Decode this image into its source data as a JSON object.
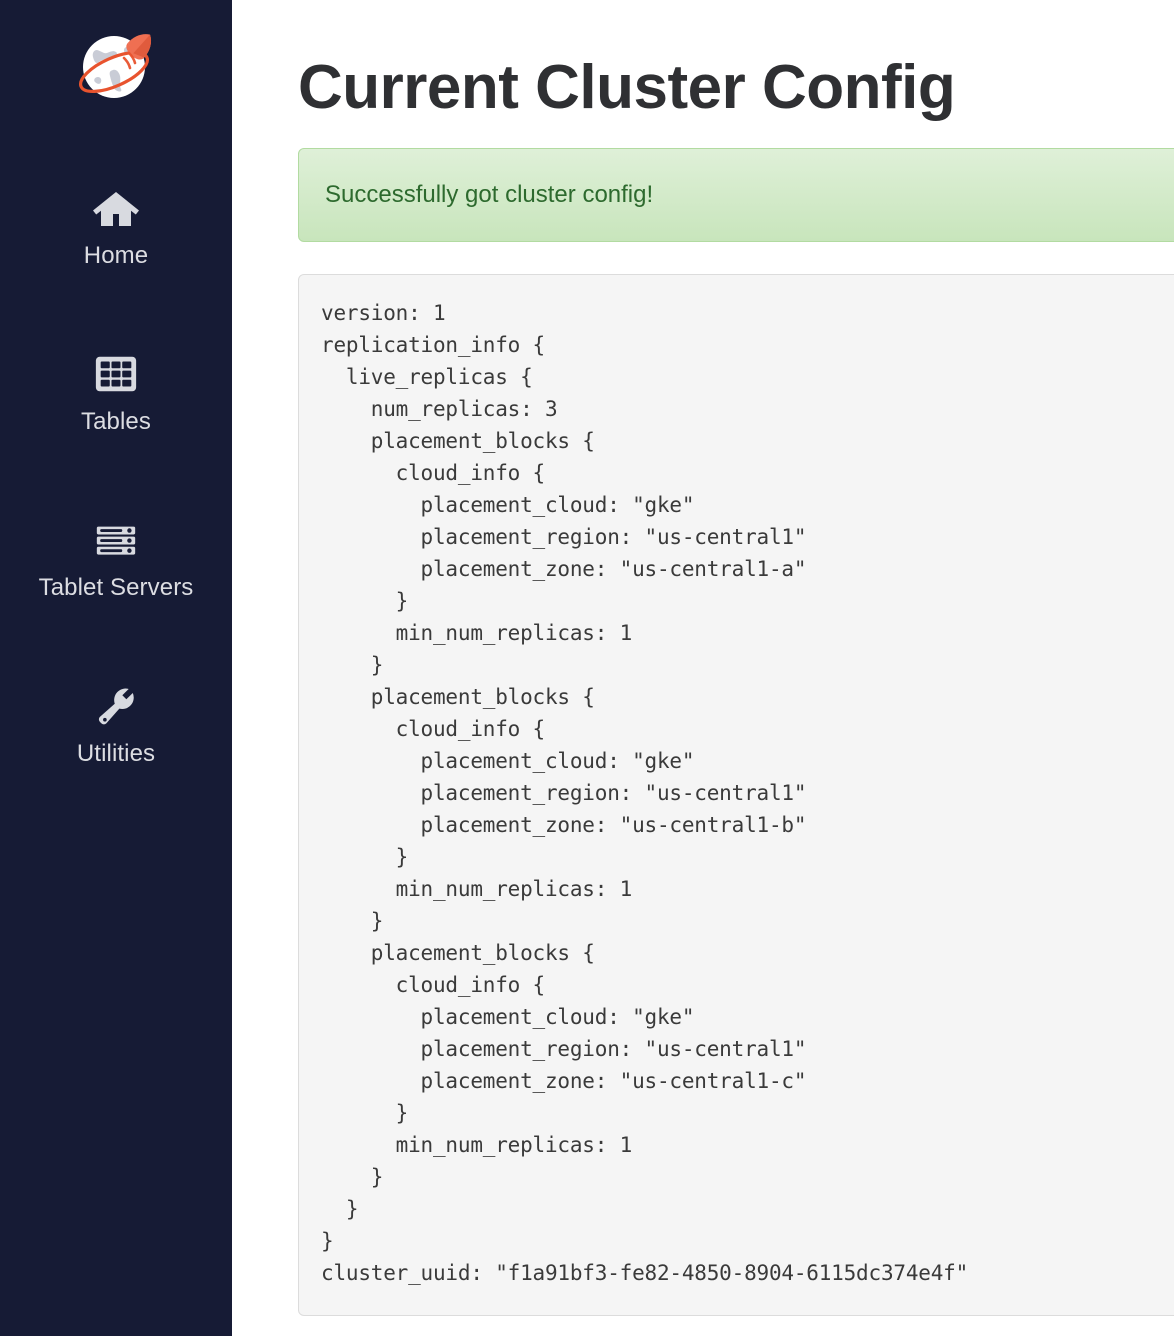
{
  "sidebar": {
    "logo": {
      "icon": "yugabyte-rocket-globe-logo",
      "globe_color": "#ffffff",
      "globe_shade": "#c9ccd6",
      "rocket_color": "#ef6f52",
      "orbit_color": "#e8532e"
    },
    "background_color": "#161b35",
    "items": [
      {
        "label": "Home",
        "icon": "home-icon"
      },
      {
        "label": "Tables",
        "icon": "table-grid-icon"
      },
      {
        "label": "Tablet Servers",
        "icon": "server-stack-icon"
      },
      {
        "label": "Utilities",
        "icon": "wrench-icon"
      }
    ]
  },
  "main": {
    "page_title": "Current Cluster Config",
    "alert": {
      "message": "Successfully got cluster config!",
      "type": "success",
      "background_color": "#dff0d8",
      "border_color": "#b2dba1",
      "text_color": "#2d6a2e"
    },
    "config": {
      "background_color": "#f5f5f5",
      "border_color": "#dcdcdc",
      "text": "version: 1\nreplication_info {\n  live_replicas {\n    num_replicas: 3\n    placement_blocks {\n      cloud_info {\n        placement_cloud: \"gke\"\n        placement_region: \"us-central1\"\n        placement_zone: \"us-central1-a\"\n      }\n      min_num_replicas: 1\n    }\n    placement_blocks {\n      cloud_info {\n        placement_cloud: \"gke\"\n        placement_region: \"us-central1\"\n        placement_zone: \"us-central1-b\"\n      }\n      min_num_replicas: 1\n    }\n    placement_blocks {\n      cloud_info {\n        placement_cloud: \"gke\"\n        placement_region: \"us-central1\"\n        placement_zone: \"us-central1-c\"\n      }\n      min_num_replicas: 1\n    }\n  }\n}\ncluster_uuid: \"f1a91bf3-fe82-4850-8904-6115dc374e4f\"",
      "version": 1,
      "num_replicas": 3,
      "cluster_uuid": "f1a91bf3-fe82-4850-8904-6115dc374e4f",
      "placement_blocks": [
        {
          "placement_cloud": "gke",
          "placement_region": "us-central1",
          "placement_zone": "us-central1-a",
          "min_num_replicas": 1
        },
        {
          "placement_cloud": "gke",
          "placement_region": "us-central1",
          "placement_zone": "us-central1-b",
          "min_num_replicas": 1
        },
        {
          "placement_cloud": "gke",
          "placement_region": "us-central1",
          "placement_zone": "us-central1-c",
          "min_num_replicas": 1
        }
      ]
    }
  }
}
